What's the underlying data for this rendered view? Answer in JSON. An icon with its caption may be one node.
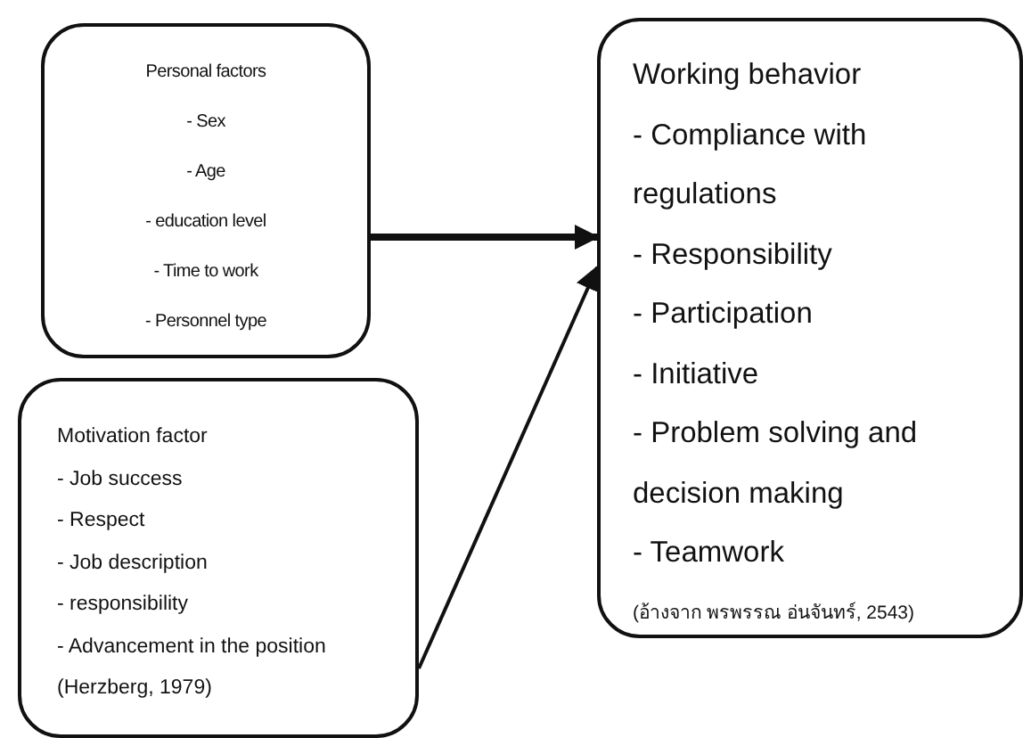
{
  "diagram": {
    "nodes": [
      {
        "text": [
          "Personal factors",
          "- Sex",
          "- Age",
          "- education level",
          "- Time to work",
          "- Personnel type"
        ]
      },
      {
        "text": [
          "Motivation factor",
          "- Job success",
          "- Respect",
          "- Job description",
          "- responsibility",
          "- Advancement in the position",
          "(Herzberg, 1979)"
        ]
      },
      {
        "text": [
          "Working behavior",
          "- Compliance with regulations",
          "- Responsibility",
          "- Participation",
          "- Initiative",
          "- Problem solving and decision making",
          "- Teamwork",
          "(อ้างจาก พรพรรณ อ่นจันทร์, 2543)"
        ]
      }
    ],
    "edges": [
      {
        "from": 0,
        "to": 2,
        "arrow": "to",
        "style": "thick"
      },
      {
        "from": 1,
        "to": 2,
        "arrow": "to"
      }
    ]
  }
}
